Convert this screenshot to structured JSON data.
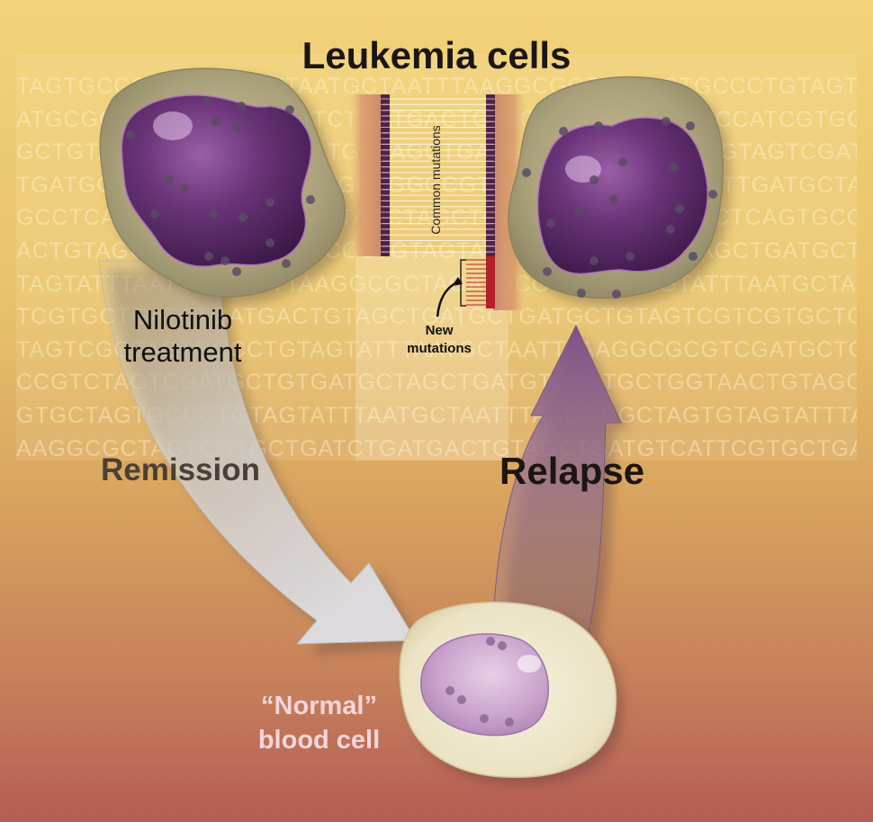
{
  "title": "Leukemia cells",
  "labels": {
    "common_mutations": "Common mutations",
    "new_mutations_line1": "New",
    "new_mutations_line2": "mutations",
    "treatment_line1": "Nilotinib",
    "treatment_line2": "treatment",
    "remission": "Remission",
    "relapse": "Relapse",
    "normal_line1": "“Normal”",
    "normal_line2": "blood cell"
  },
  "background_dna": [
    "TAGTGCCCTGTAGTATTTAATGCTAATTTAAGGCGCTAGTAGTGCCCTGTAGTATTTAATGCTAATTTAAGGCGCTAG",
    "ATGCGCCCATCGTGCTGATCTGATGACTGTAGCTGATATGCGCCCATCGTGCTGATCTGATGACTGTAGCTGAT",
    "GCTGTAGTCGATGCTGTGATGCTAGCTGATGTCGATGCTGGCTGTAGTCGATGCTGTGATGCTAGCTGATGTCGATGCTG",
    "TGATGCTAGCTGATGTCGATGCTGGCCGTCAGTGCGTATAGGCTTGATGCTAGCTGATGTCGATGCTGGCGTATAGGCT",
    "GCCTCAGTGCCTGTAGTATTTAGCTAGCTGCTGTACTGTAGGCCTCAGTGCCTGTAGTATTTAGCTAGCTGCTGTA",
    "ACTGTAGCTGATGCTAGTGCCCTGTAGTATTTAATGCTACTGTAGCTGATGCTAGTGCCCTGTAGTGCCCTG",
    "TAGTATTTAATGCTAATTTAAGGCGCTAGATGCGCCCATTAGTATTTAATGCTAATTTAAGATGCGCCCAT",
    "TCGTGCTGATCTGATGACTGTAGCTGATGCTGATGCTGTAGTCGTCGTGCTGATCTGATGCTGATGCTGTAGTCG",
    "TAGTCGGTAGTGCCCTGTAGTATTTAATGCTAATTTAAGGCGCGTCGATGCTGTGATGCTAGC",
    "CCGTCTAGTCGATGCTGTGATGCTAGCTGATGTCGATGCTGGTAACTGTAGCTGATGTCGTA",
    "GTGCTAGTGCCCTGTAGTATTTAATGCTAATTTAAGGCGCTAGTGTAGTATTTAATGCTAATTT",
    "AAGGCGCTAGTCGTGCTGATCTGATGACTGTAGCTGATGTCATTCGTGCTGATCTGATGAC"
  ],
  "colors": {
    "leukemia_nucleus": "#5a2a6a",
    "leukemia_cytoplasm": "#a9a07a",
    "normal_nucleus": "#c9a3cc",
    "normal_cytoplasm": "#ece6cf",
    "remission_arrow": "#d8d6d8",
    "relapse_arrow": "#8a5c8e",
    "mutation_common": "#4e2347",
    "mutation_new": "#b3202a"
  }
}
